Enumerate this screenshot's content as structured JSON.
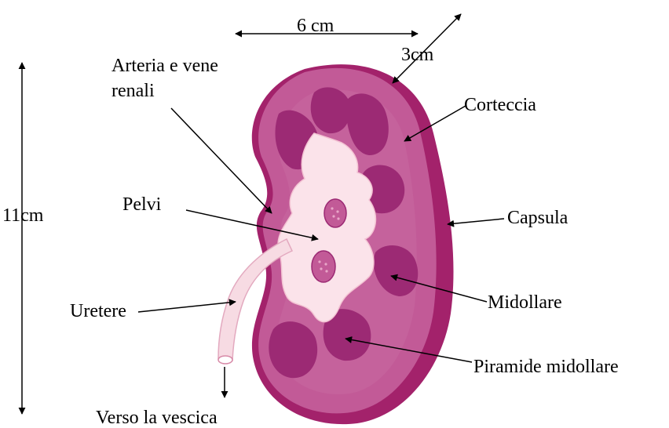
{
  "labels": {
    "width": "6 cm",
    "thickness": "3cm",
    "height": "11cm",
    "artery_line1": "Arteria e vene",
    "artery_line2": "renali",
    "cortex": "Corteccia",
    "capsule": "Capsula",
    "pelvis": "Pelvi",
    "medulla": "Midollare",
    "ureter": "Uretere",
    "pyramid": "Piramide midollare",
    "bladder": "Verso la vescica"
  },
  "colors": {
    "capsule": "#a3226b",
    "cortex": "#c25a97",
    "pyramid": "#9c2a74",
    "pelvis": "#fbe3ea",
    "ureter": "#f7dbe3",
    "line": "#000000"
  }
}
